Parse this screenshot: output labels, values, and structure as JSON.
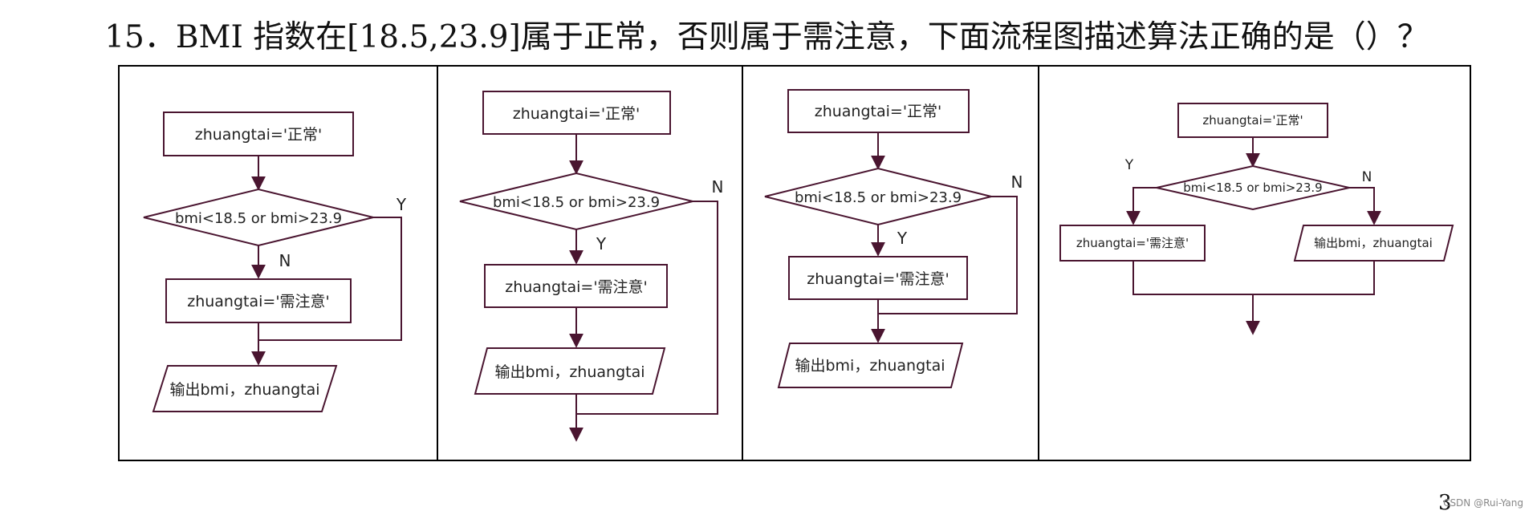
{
  "question": {
    "text": "15．BMI 指数在[18.5,23.9]属于正常，否则属于需注意，下面流程图描述算法正确的是（）？"
  },
  "flowcharts": [
    {
      "init": "zhuangtai='正常'",
      "condition": "bmi<18.5 or bmi>23.9",
      "left_branch_label": "N",
      "right_branch_label": "Y",
      "action": "zhuangtai='需注意'",
      "output": "输出bmi，zhuangtai"
    },
    {
      "init": "zhuangtai='正常'",
      "condition": "bmi<18.5 or bmi>23.9",
      "down_branch_label": "Y",
      "right_branch_label": "N",
      "action": "zhuangtai='需注意'",
      "output": "输出bmi，zhuangtai"
    },
    {
      "init": "zhuangtai='正常'",
      "condition": "bmi<18.5 or bmi>23.9",
      "down_branch_label": "Y",
      "right_branch_label": "N",
      "action": "zhuangtai='需注意'",
      "output": "输出bmi，zhuangtai"
    },
    {
      "init": "zhuangtai='正常'",
      "condition": "bmi<18.5 or bmi>23.9",
      "left_branch_label": "Y",
      "right_branch_label": "N",
      "action": "zhuangtai='需注意'",
      "output": "输出bmi，zhuangtai"
    }
  ],
  "footer": {
    "watermark": "CSDN @Rui-Yang",
    "page_number": "3"
  },
  "colors": {
    "flow_line": "#4a1530",
    "border": "#000000"
  }
}
